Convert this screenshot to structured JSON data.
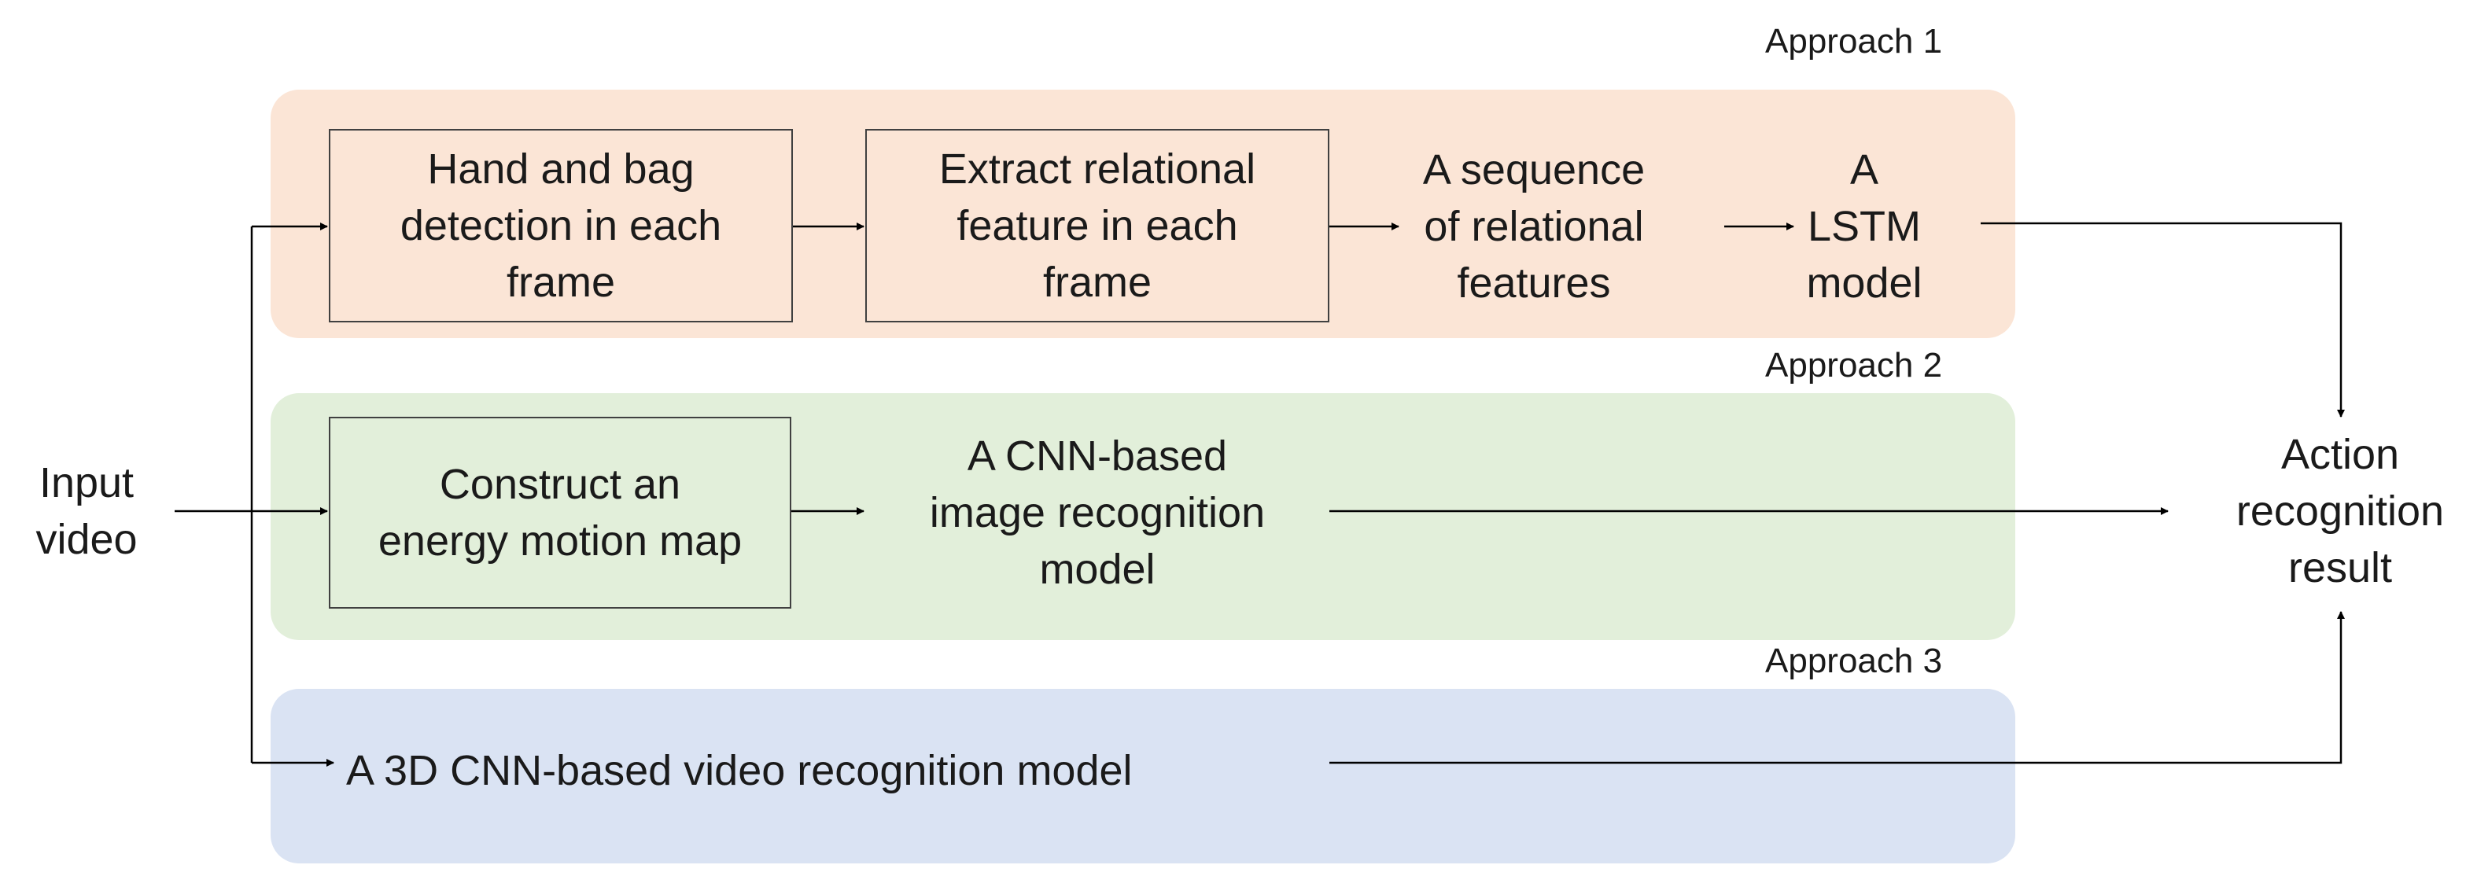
{
  "approaches": {
    "a1": {
      "label": "Approach 1"
    },
    "a2": {
      "label": "Approach 2"
    },
    "a3": {
      "label": "Approach 3"
    }
  },
  "nodes": {
    "input": "Input\nvideo",
    "hand_bag_detection": "Hand and bag\ndetection in each\nframe",
    "extract_relational": "Extract relational\nfeature in each\nframe",
    "relational_sequence": "A sequence\nof relational\nfeatures",
    "lstm": "A\nLSTM\nmodel",
    "energy_motion_map": "Construct an\nenergy motion map",
    "cnn_image_model": "A CNN-based\nimage recognition\nmodel",
    "cnn3d_video_model": "A 3D CNN-based video recognition model",
    "result": "Action\nrecognition\nresult"
  },
  "colors": {
    "approach1_band": "#fbe5d6",
    "approach2_band": "#e2efda",
    "approach3_band": "#dae3f3",
    "line": "#000000"
  }
}
